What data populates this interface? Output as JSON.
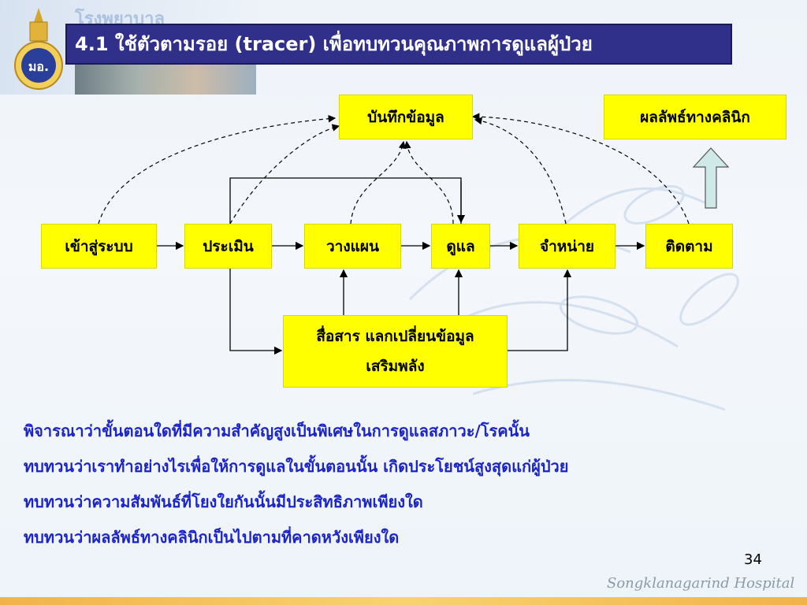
{
  "header": {
    "hospital_name_bg": "โรงพยาบาล",
    "logo_text": "มอ.",
    "title": "4.1 ใช้ตัวตามรอย (tracer) เพื่อทบทวนคุณภาพการดูแลผู้ป่วย"
  },
  "diagram": {
    "record": "บันทึกข้อมูล",
    "clinical_outcome": "ผลลัพธ์ทางคลินิก",
    "steps": [
      "เข้าสู่ระบบ",
      "ประเมิน",
      "วางแผน",
      "ดูแล",
      "จำหน่าย",
      "ติดตาม"
    ],
    "communication_line1": "สื่อสาร แลกเปลี่ยนข้อมูล",
    "communication_line2": "เสริมพลัง"
  },
  "bullets": [
    "พิจารณาว่าขั้นตอนใดที่มีความสำคัญสูงเป็นพิเศษในการดูแลสภาวะ/โรคนั้น",
    "ทบทวนว่าเราทำอย่างไรเพื่อให้การดูแลในขั้นตอนนั้น เกิดประโยชน์สูงสุดแก่ผู้ป่วย",
    "ทบทวนว่าความสัมพันธ์ที่โยงใยกันนั้นมีประสิทธิภาพเพียงใด",
    "ทบทวนว่าผลลัพธ์ทางคลินิกเป็นไปตามที่คาดหวังเพียงใด"
  ],
  "footer": {
    "page_number": "34",
    "hospital": "Songklanagarind Hospital"
  },
  "colors": {
    "title_bg": "#30308a",
    "node_bg": "#ffff00",
    "bullet_text": "#1a24c8",
    "up_arrow": "#cfe8e8"
  }
}
